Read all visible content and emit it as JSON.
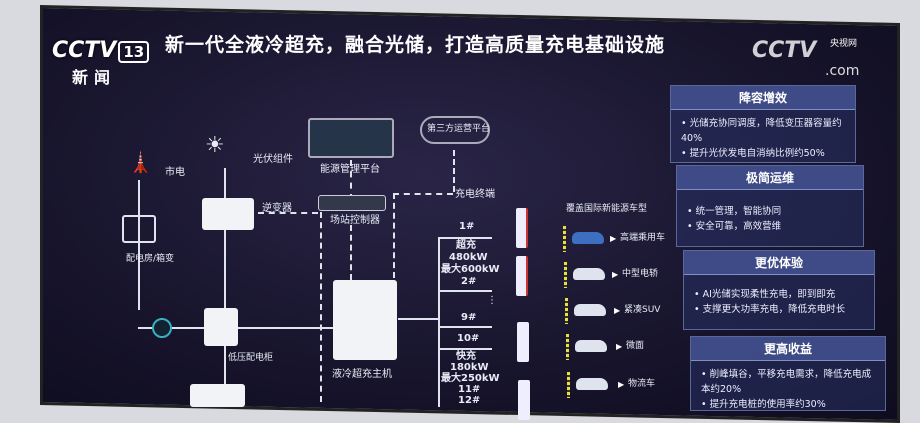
{
  "broadcast": {
    "channel_logo": "CCTV",
    "channel_number": "13",
    "program": "新闻",
    "watermark": "CCTV",
    "watermark_sub": "央视网",
    "watermark_domain": ".com"
  },
  "title": "新一代全液冷超充，融合光储，打造高质量充电基础设施",
  "diagram": {
    "grid": "市电",
    "distribution_room": "配电房/箱变",
    "pv": "光伏组件",
    "inverter": "逆变器",
    "ems": "能源管理平台",
    "station_controller": "场站控制器",
    "third_party": "第三方运营平台",
    "terminals": "充电终端",
    "lv_cabinet": "低压配电柜",
    "host": "液冷超充主机",
    "vehicles_header": "覆盖国际新能源车型",
    "chargers": {
      "c1": "1#",
      "super": "超充",
      "super_power": "480kW",
      "super_max": "最大600kW",
      "c2": "2#",
      "dots": "⋮",
      "c9": "9#",
      "c10": "10#",
      "fast": "快充",
      "fast_power": "180kW",
      "fast_max": "最大250kW",
      "c11": "11#",
      "c12": "12#"
    },
    "vehicles": [
      "高端乘用车",
      "中型电轿",
      "紧凑SUV",
      "微面",
      "物流车"
    ]
  },
  "panels": [
    {
      "title": "降容增效",
      "items": [
        "光储充协同调度，降低变压器容量约40%",
        "提升光伏发电自消纳比例约50%"
      ]
    },
    {
      "title": "极简运维",
      "items": [
        "统一管理，智能协同",
        "安全可靠，高效营维"
      ]
    },
    {
      "title": "更优体验",
      "items": [
        "AI光储实现柔性充电，即到即充",
        "支撑更大功率充电，降低充电时长"
      ]
    },
    {
      "title": "更高收益",
      "items": [
        "削峰填谷，平移充电需求，降低充电成本约20%",
        "提升充电桩的使用率约30%"
      ]
    }
  ]
}
